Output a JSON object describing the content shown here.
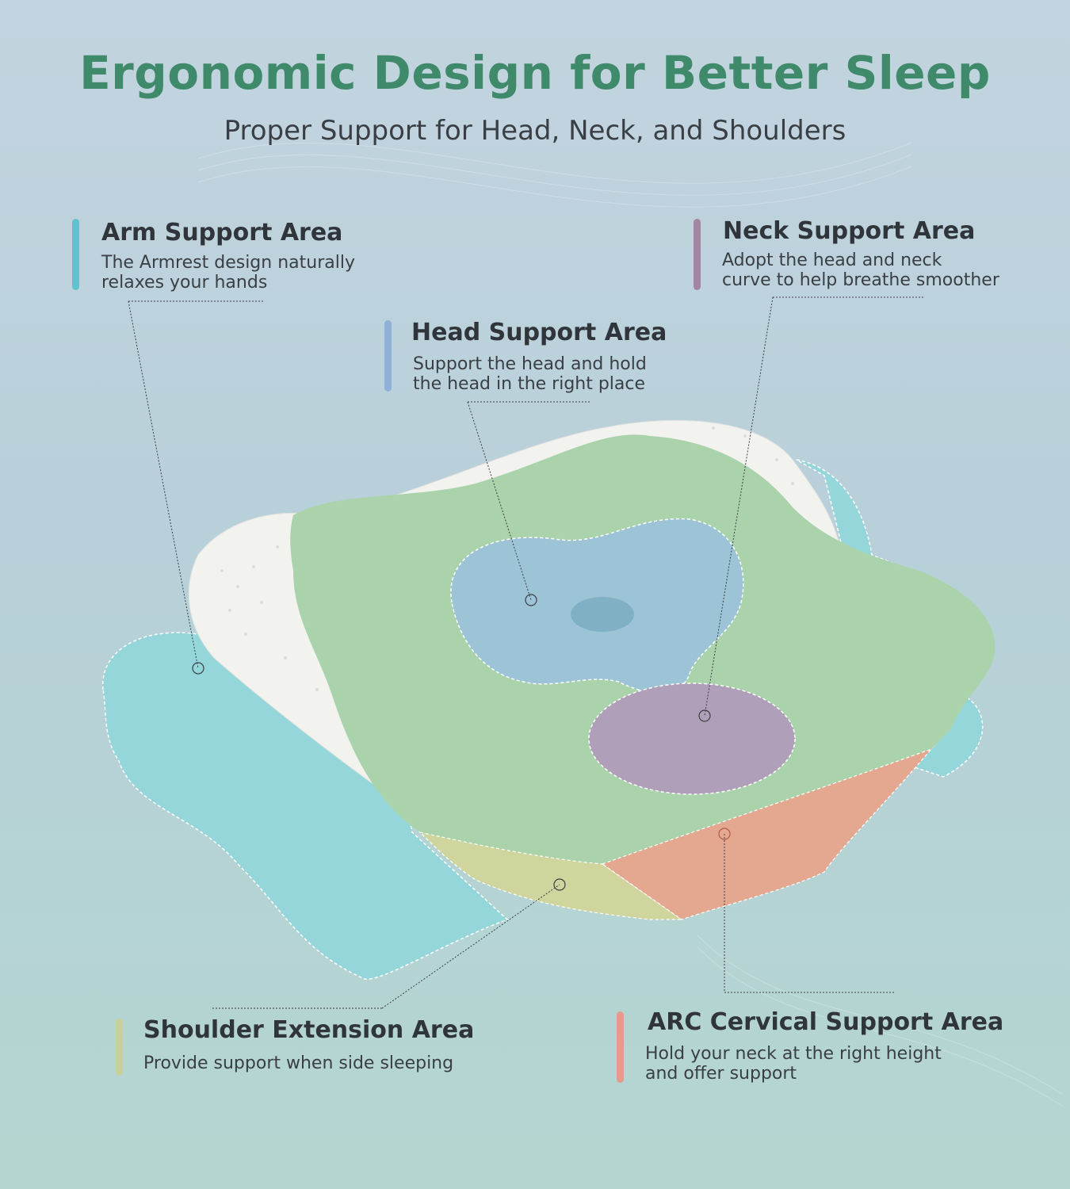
{
  "header": {
    "title": "Ergonomic Design for Better Sleep",
    "subtitle": "Proper Support for Head, Neck, and Shoulders"
  },
  "areas": {
    "arm": {
      "title": "Arm Support Area",
      "line1": "The Armrest design naturally",
      "line2": "relaxes your hands",
      "color": "#5fc3cf"
    },
    "neck": {
      "title": "Neck Support Area",
      "line1": "Adopt the head and neck",
      "line2": "curve to help breathe smoother",
      "color": "#a385a3"
    },
    "head": {
      "title": "Head Support Area",
      "line1": "Support the head and hold",
      "line2": "the head in the right place",
      "color": "#8fb1d8"
    },
    "shoulder": {
      "title": "Shoulder Extension Area",
      "line1": "Provide support when side sleeping",
      "color": "#c8d197"
    },
    "arc": {
      "title": "ARC Cervical Support Area",
      "line1": "Hold your neck at the right height",
      "line2": "and offer support",
      "color": "#e59a8a"
    }
  },
  "colors": {
    "title": "#3f8a6a",
    "pillow_green": "#a9d2a8",
    "pillow_white": "#f3f3f1",
    "arm_blue": "#8fd3d9"
  }
}
